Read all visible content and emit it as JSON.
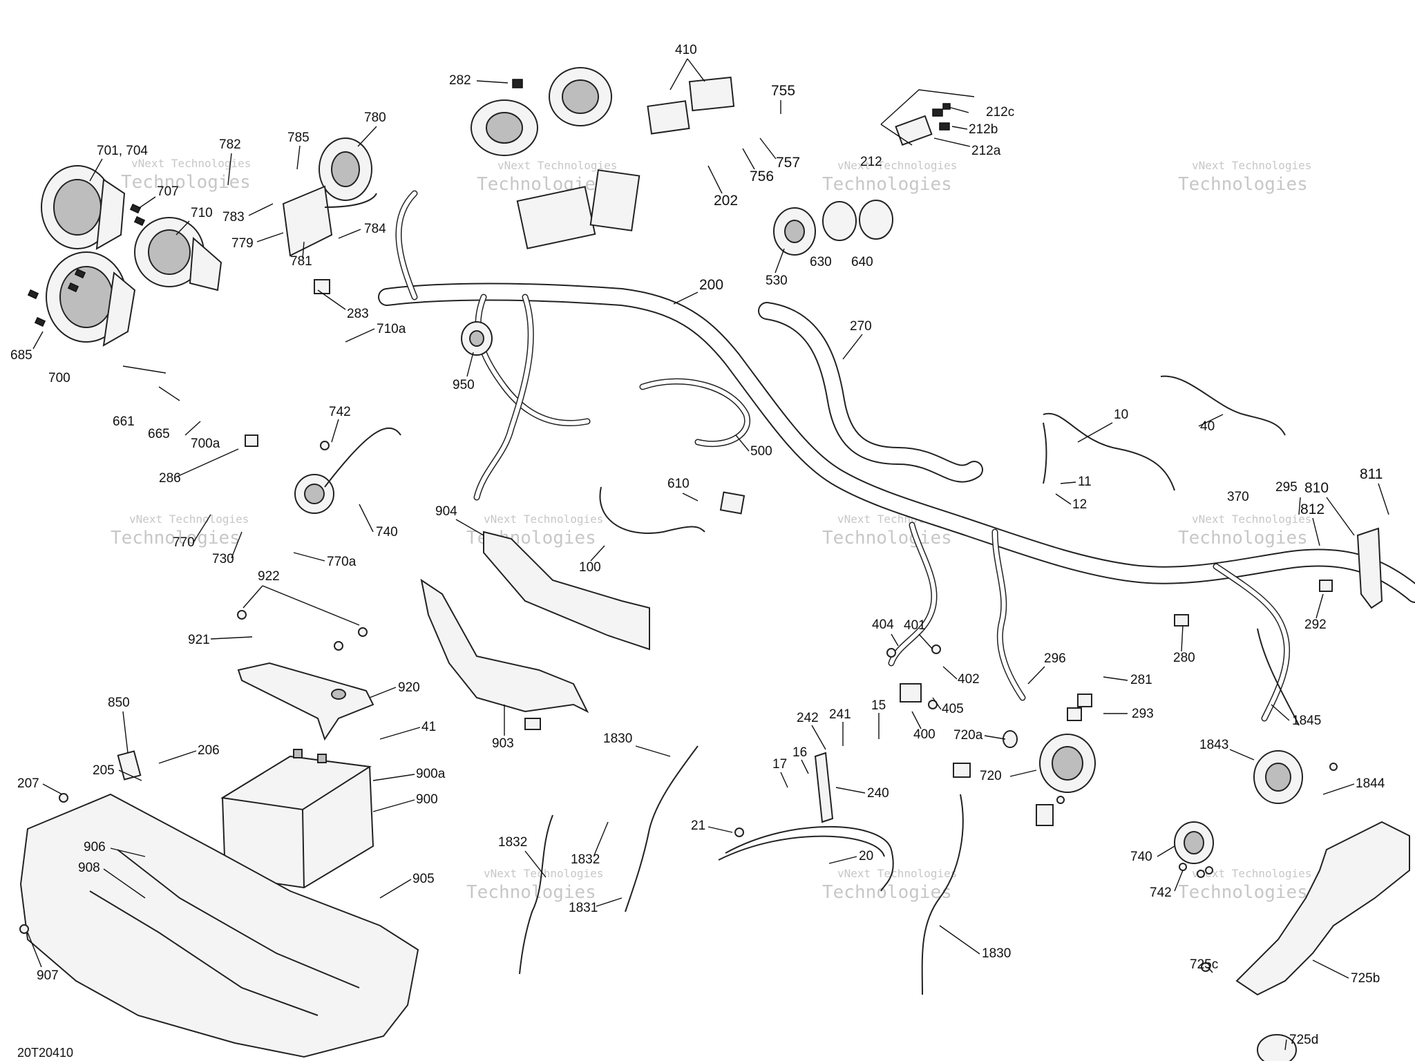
{
  "diagram": {
    "reference_code": "20T20410",
    "watermark": {
      "line1": "vNext Technologies",
      "line2": "Technologies"
    },
    "callouts": [
      "410",
      "282",
      "755",
      "212c",
      "212b",
      "212a",
      "212",
      "701, 704",
      "782",
      "785",
      "780",
      "707",
      "710",
      "783",
      "779",
      "784",
      "781",
      "202",
      "756",
      "757",
      "530",
      "630",
      "640",
      "685",
      "700",
      "283",
      "710a",
      "200",
      "270",
      "950",
      "661",
      "665",
      "700a",
      "742",
      "286",
      "770",
      "730",
      "740",
      "770a",
      "610",
      "904",
      "100",
      "500",
      "10",
      "40",
      "11",
      "12",
      "922",
      "921",
      "920",
      "903",
      "370",
      "295",
      "810",
      "811",
      "812",
      "292",
      "280",
      "296",
      "281",
      "293",
      "404",
      "401",
      "402",
      "405",
      "400",
      "1845",
      "850",
      "206",
      "205",
      "207",
      "41",
      "900a",
      "900",
      "906",
      "908",
      "905",
      "907",
      "1830",
      "1832",
      "1831",
      "242",
      "241",
      "15",
      "16",
      "17",
      "240",
      "21",
      "20",
      "720a",
      "720",
      "1843",
      "1844",
      "725c",
      "725b",
      "725d"
    ]
  }
}
